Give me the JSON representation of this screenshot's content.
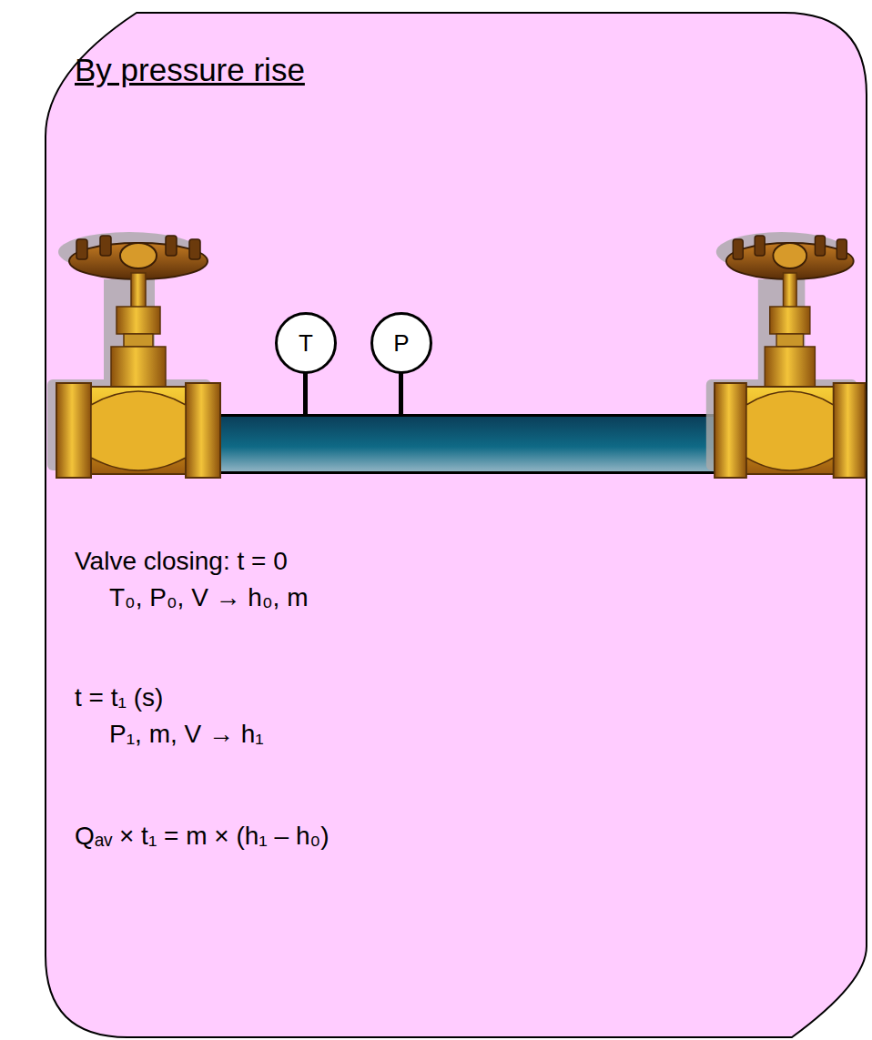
{
  "diagram": {
    "title": "By pressure rise",
    "nodes": [
      {
        "text": [
          "T"
        ]
      },
      {
        "text": [
          "P"
        ]
      }
    ],
    "labels": [
      "Valve closing: t = 0",
      "T₀, P₀, V → h₀, m",
      "t = t₁ (s)",
      "P₁, m, V → h₁",
      "Qₐᵥ × t₁ = m × (h₁ – h₀)"
    ]
  }
}
